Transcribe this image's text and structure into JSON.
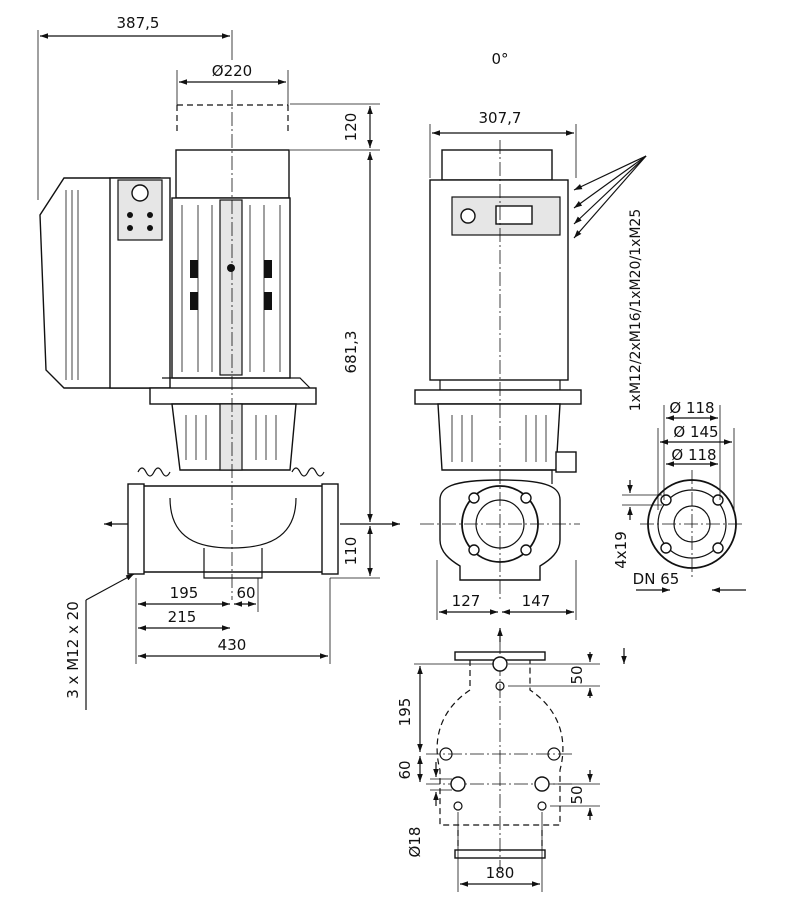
{
  "drawing": {
    "angle_label": "0°",
    "dimensions": {
      "overall_left": "387,5",
      "motor_diameter": "Ø220",
      "service_clearance": "120",
      "total_height": "681,3",
      "pipe_axis_height": "110",
      "front_width": "307,7",
      "cable_glands": "1xM12/2xM16/1xM20/1xM25",
      "flange_d1": "Ø 118",
      "flange_d2": "Ø 145",
      "flange_d3": "Ø 118",
      "flange_holes": "4x19",
      "nominal_size": "DN 65",
      "half_left": "127",
      "half_right": "147",
      "base_screws": "3 x M12 x 20",
      "base_195": "195",
      "base_60": "60",
      "base_215": "215",
      "base_430": "430",
      "foot_195": "195",
      "foot_50_top": "50",
      "foot_60": "60",
      "foot_50_bottom": "50",
      "foot_hole": "Ø18",
      "foot_180": "180"
    }
  }
}
